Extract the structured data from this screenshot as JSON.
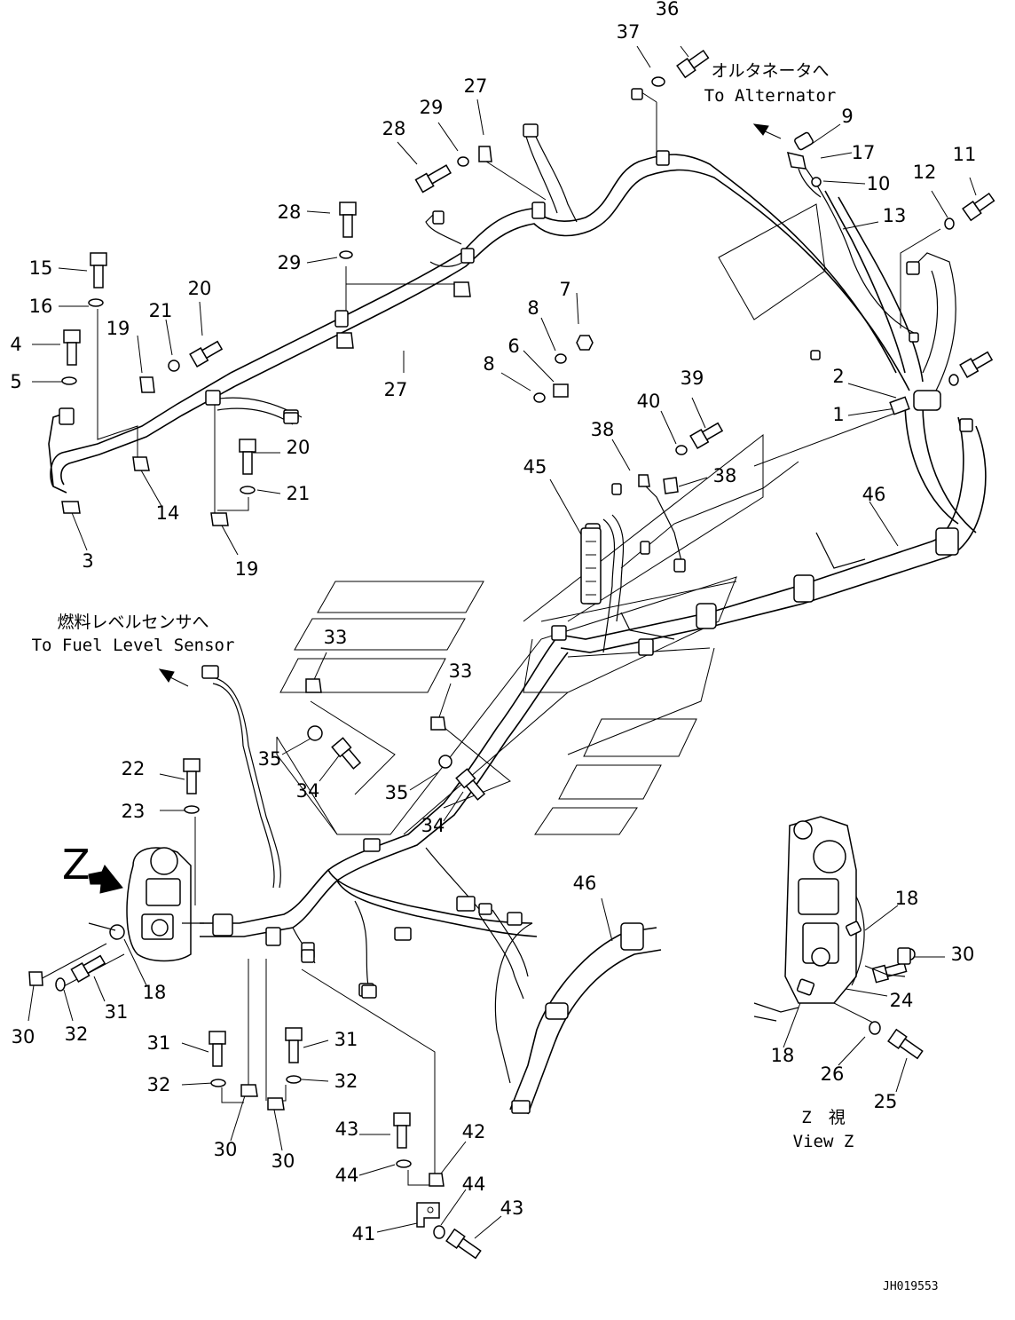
{
  "callouts": [
    {
      "n": "36"
    },
    {
      "n": "37"
    },
    {
      "n": "27"
    },
    {
      "n": "28"
    },
    {
      "n": "29"
    },
    {
      "n": "9"
    },
    {
      "n": "17"
    },
    {
      "n": "10"
    },
    {
      "n": "12"
    },
    {
      "n": "11"
    },
    {
      "n": "13"
    },
    {
      "n": "28"
    },
    {
      "n": "29"
    },
    {
      "n": "15"
    },
    {
      "n": "16"
    },
    {
      "n": "20"
    },
    {
      "n": "21"
    },
    {
      "n": "19"
    },
    {
      "n": "4"
    },
    {
      "n": "5"
    },
    {
      "n": "7"
    },
    {
      "n": "8"
    },
    {
      "n": "6"
    },
    {
      "n": "8"
    },
    {
      "n": "27"
    },
    {
      "n": "2"
    },
    {
      "n": "1"
    },
    {
      "n": "39"
    },
    {
      "n": "40"
    },
    {
      "n": "38"
    },
    {
      "n": "38"
    },
    {
      "n": "45"
    },
    {
      "n": "46"
    },
    {
      "n": "20"
    },
    {
      "n": "21"
    },
    {
      "n": "14"
    },
    {
      "n": "19"
    },
    {
      "n": "3"
    },
    {
      "n": "33"
    },
    {
      "n": "33"
    },
    {
      "n": "35"
    },
    {
      "n": "34"
    },
    {
      "n": "35"
    },
    {
      "n": "34"
    },
    {
      "n": "22"
    },
    {
      "n": "23"
    },
    {
      "n": "46"
    },
    {
      "n": "18"
    },
    {
      "n": "31"
    },
    {
      "n": "30"
    },
    {
      "n": "32"
    },
    {
      "n": "31"
    },
    {
      "n": "31"
    },
    {
      "n": "32"
    },
    {
      "n": "32"
    },
    {
      "n": "30"
    },
    {
      "n": "30"
    },
    {
      "n": "43"
    },
    {
      "n": "42"
    },
    {
      "n": "44"
    },
    {
      "n": "44"
    },
    {
      "n": "43"
    },
    {
      "n": "41"
    },
    {
      "n": "18"
    },
    {
      "n": "30"
    },
    {
      "n": "24"
    },
    {
      "n": "18"
    },
    {
      "n": "26"
    },
    {
      "n": "25"
    }
  ],
  "notes": {
    "alternator_jp": "オルタネータへ",
    "alternator_en": "To Alternator",
    "fuel_jp": "燃料レベルセンサへ",
    "fuel_en": "To Fuel Level Sensor",
    "view_jp": "Z　視",
    "view_en": "View Z",
    "z_marker": "Z",
    "drawing_code": "JH019553"
  }
}
